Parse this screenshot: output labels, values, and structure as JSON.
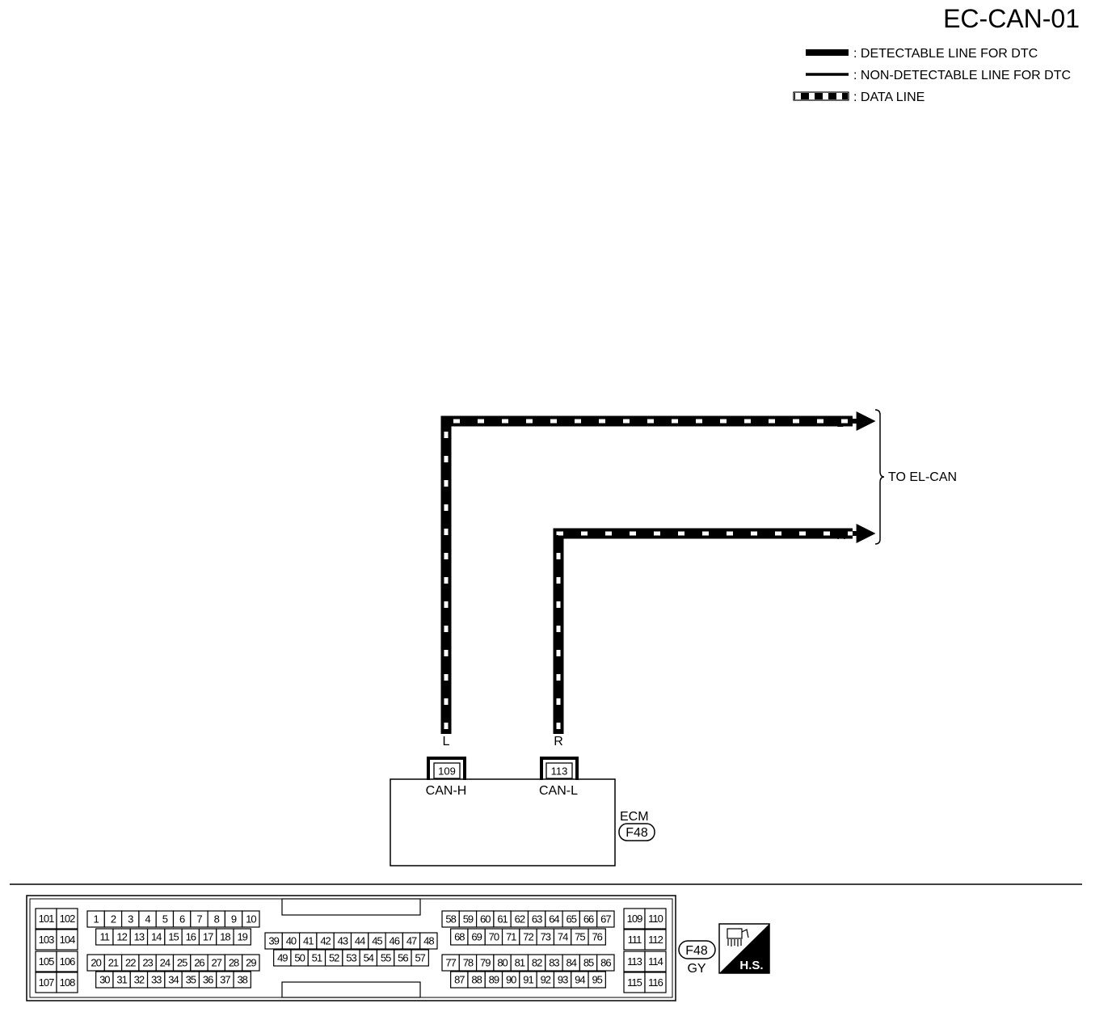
{
  "title": "EC-CAN-01",
  "legend": [
    {
      "type": "detectable",
      "label": ": DETECTABLE LINE FOR DTC"
    },
    {
      "type": "non_detectable",
      "label": ": NON-DETECTABLE LINE FOR DTC"
    },
    {
      "type": "data",
      "label": ": DATA LINE"
    }
  ],
  "wiring": {
    "wire_h": {
      "color_code_top": "L",
      "color_code_bottom": "L"
    },
    "wire_l": {
      "color_code_top": "R",
      "color_code_bottom": "R"
    },
    "destination": "TO EL-CAN"
  },
  "ecm": {
    "name": "ECM",
    "connector_id": "F48",
    "terminals": [
      {
        "number": "109",
        "signal": "CAN-H"
      },
      {
        "number": "113",
        "signal": "CAN-L"
      }
    ]
  },
  "connector_face": {
    "connector_id": "F48",
    "color": "GY",
    "hs_label": "H.S.",
    "left_block_rows": [
      [
        "101",
        "102"
      ],
      [
        "103",
        "104"
      ],
      [
        "105",
        "106"
      ],
      [
        "107",
        "108"
      ]
    ],
    "right_block_rows": [
      [
        "109",
        "110"
      ],
      [
        "111",
        "112"
      ],
      [
        "113",
        "114"
      ],
      [
        "115",
        "116"
      ]
    ],
    "group1_rows": [
      [
        "1",
        "2",
        "3",
        "4",
        "5",
        "6",
        "7",
        "8",
        "9",
        "10"
      ],
      [
        "11",
        "12",
        "13",
        "14",
        "15",
        "16",
        "17",
        "18",
        "19"
      ],
      [
        "20",
        "21",
        "22",
        "23",
        "24",
        "25",
        "26",
        "27",
        "28",
        "29"
      ],
      [
        "30",
        "31",
        "32",
        "33",
        "34",
        "35",
        "36",
        "37",
        "38"
      ]
    ],
    "group2_rows": [
      [
        "39",
        "40",
        "41",
        "42",
        "43",
        "44",
        "45",
        "46",
        "47",
        "48"
      ],
      [
        "49",
        "50",
        "51",
        "52",
        "53",
        "54",
        "55",
        "56",
        "57"
      ]
    ],
    "group3_rows": [
      [
        "58",
        "59",
        "60",
        "61",
        "62",
        "63",
        "64",
        "65",
        "66",
        "67"
      ],
      [
        "68",
        "69",
        "70",
        "71",
        "72",
        "73",
        "74",
        "75",
        "76"
      ],
      [
        "77",
        "78",
        "79",
        "80",
        "81",
        "82",
        "83",
        "84",
        "85",
        "86"
      ],
      [
        "87",
        "88",
        "89",
        "90",
        "91",
        "92",
        "93",
        "94",
        "95"
      ]
    ]
  },
  "colors": {
    "ink": "#000000",
    "paper": "#ffffff"
  }
}
